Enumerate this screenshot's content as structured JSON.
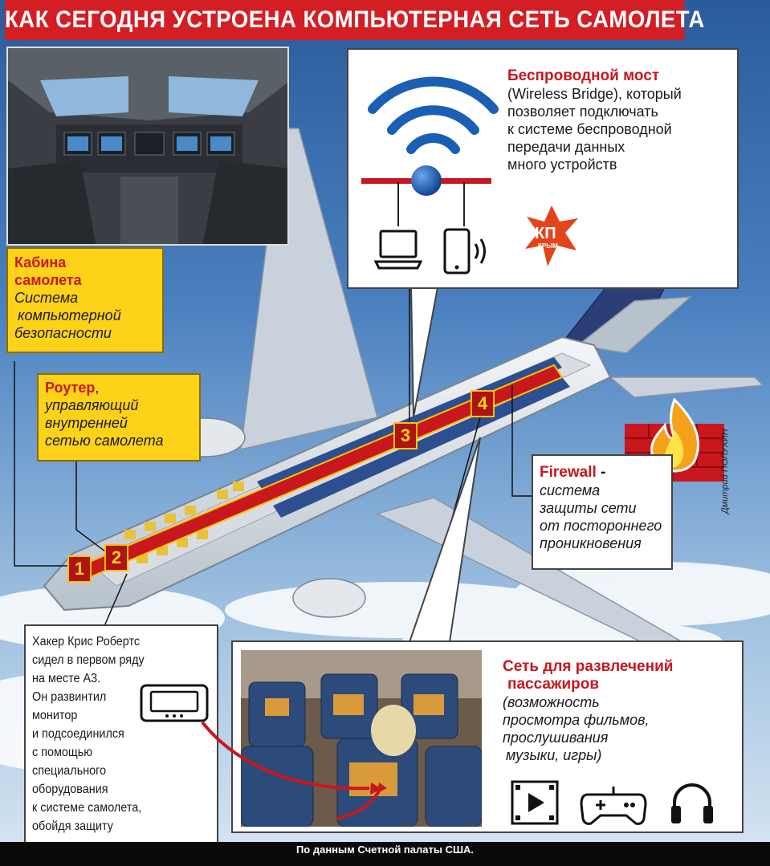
{
  "title": "КАК СЕГОДНЯ УСТРОЕНА КОМПЬЮТЕРНАЯ СЕТЬ САМОЛЕТА",
  "footer": "По данным Счетной палаты США.",
  "credit": "Дмитрий ПОЛУХИН",
  "logo": {
    "text": "КП",
    "sub": "КРЫМ"
  },
  "cockpit_box": {
    "heading_line1": "Кабина",
    "heading_line2": "самолета",
    "lines": [
      "Система",
      "компьютерной",
      "безопасности"
    ]
  },
  "router_box": {
    "heading": "Роутер",
    "heading_suffix": ",",
    "lines": [
      "управляющий",
      "внутренней",
      "сетью самолета"
    ]
  },
  "wireless_box": {
    "heading": "Беспроводной мост",
    "lines": [
      "(Wireless Bridge), который",
      "позволяет подключать",
      "к системе беспроводной",
      "передачи данных",
      "много устройств"
    ]
  },
  "firewall_box": {
    "heading": "Firewall",
    "heading_suffix": " -",
    "lines": [
      "система",
      "защиты сети",
      "от постороннего",
      "проникновения"
    ]
  },
  "entertainment_box": {
    "heading_line1": "Сеть для развлечений",
    "heading_line2": "пассажиров",
    "lines": [
      "(возможность",
      "просмотра фильмов,",
      "прослушивания",
      "музыки, игры)"
    ]
  },
  "hacker_box": {
    "lines": [
      "Хакер Крис Робертс",
      "сидел в первом ряду",
      "на месте А3.",
      "Он развинтил",
      "монитор",
      "и подсоединился",
      "с помощью",
      "специального",
      "оборудования",
      "к системе самолета,",
      "обойдя защиту"
    ]
  },
  "markers": [
    "1",
    "2",
    "3",
    "4"
  ],
  "colors": {
    "title_red": "#d31e24",
    "heading_red": "#c8171d",
    "label_yellow": "#ffd21a",
    "network_red": "#c8171d",
    "wifi_blue": "#1a5fb4"
  },
  "icons": [
    "wifi-icon",
    "laptop-icon",
    "smartphone-icon",
    "fire-icon",
    "video-play-icon",
    "gamepad-icon",
    "headphones-icon",
    "monitor-icon"
  ]
}
